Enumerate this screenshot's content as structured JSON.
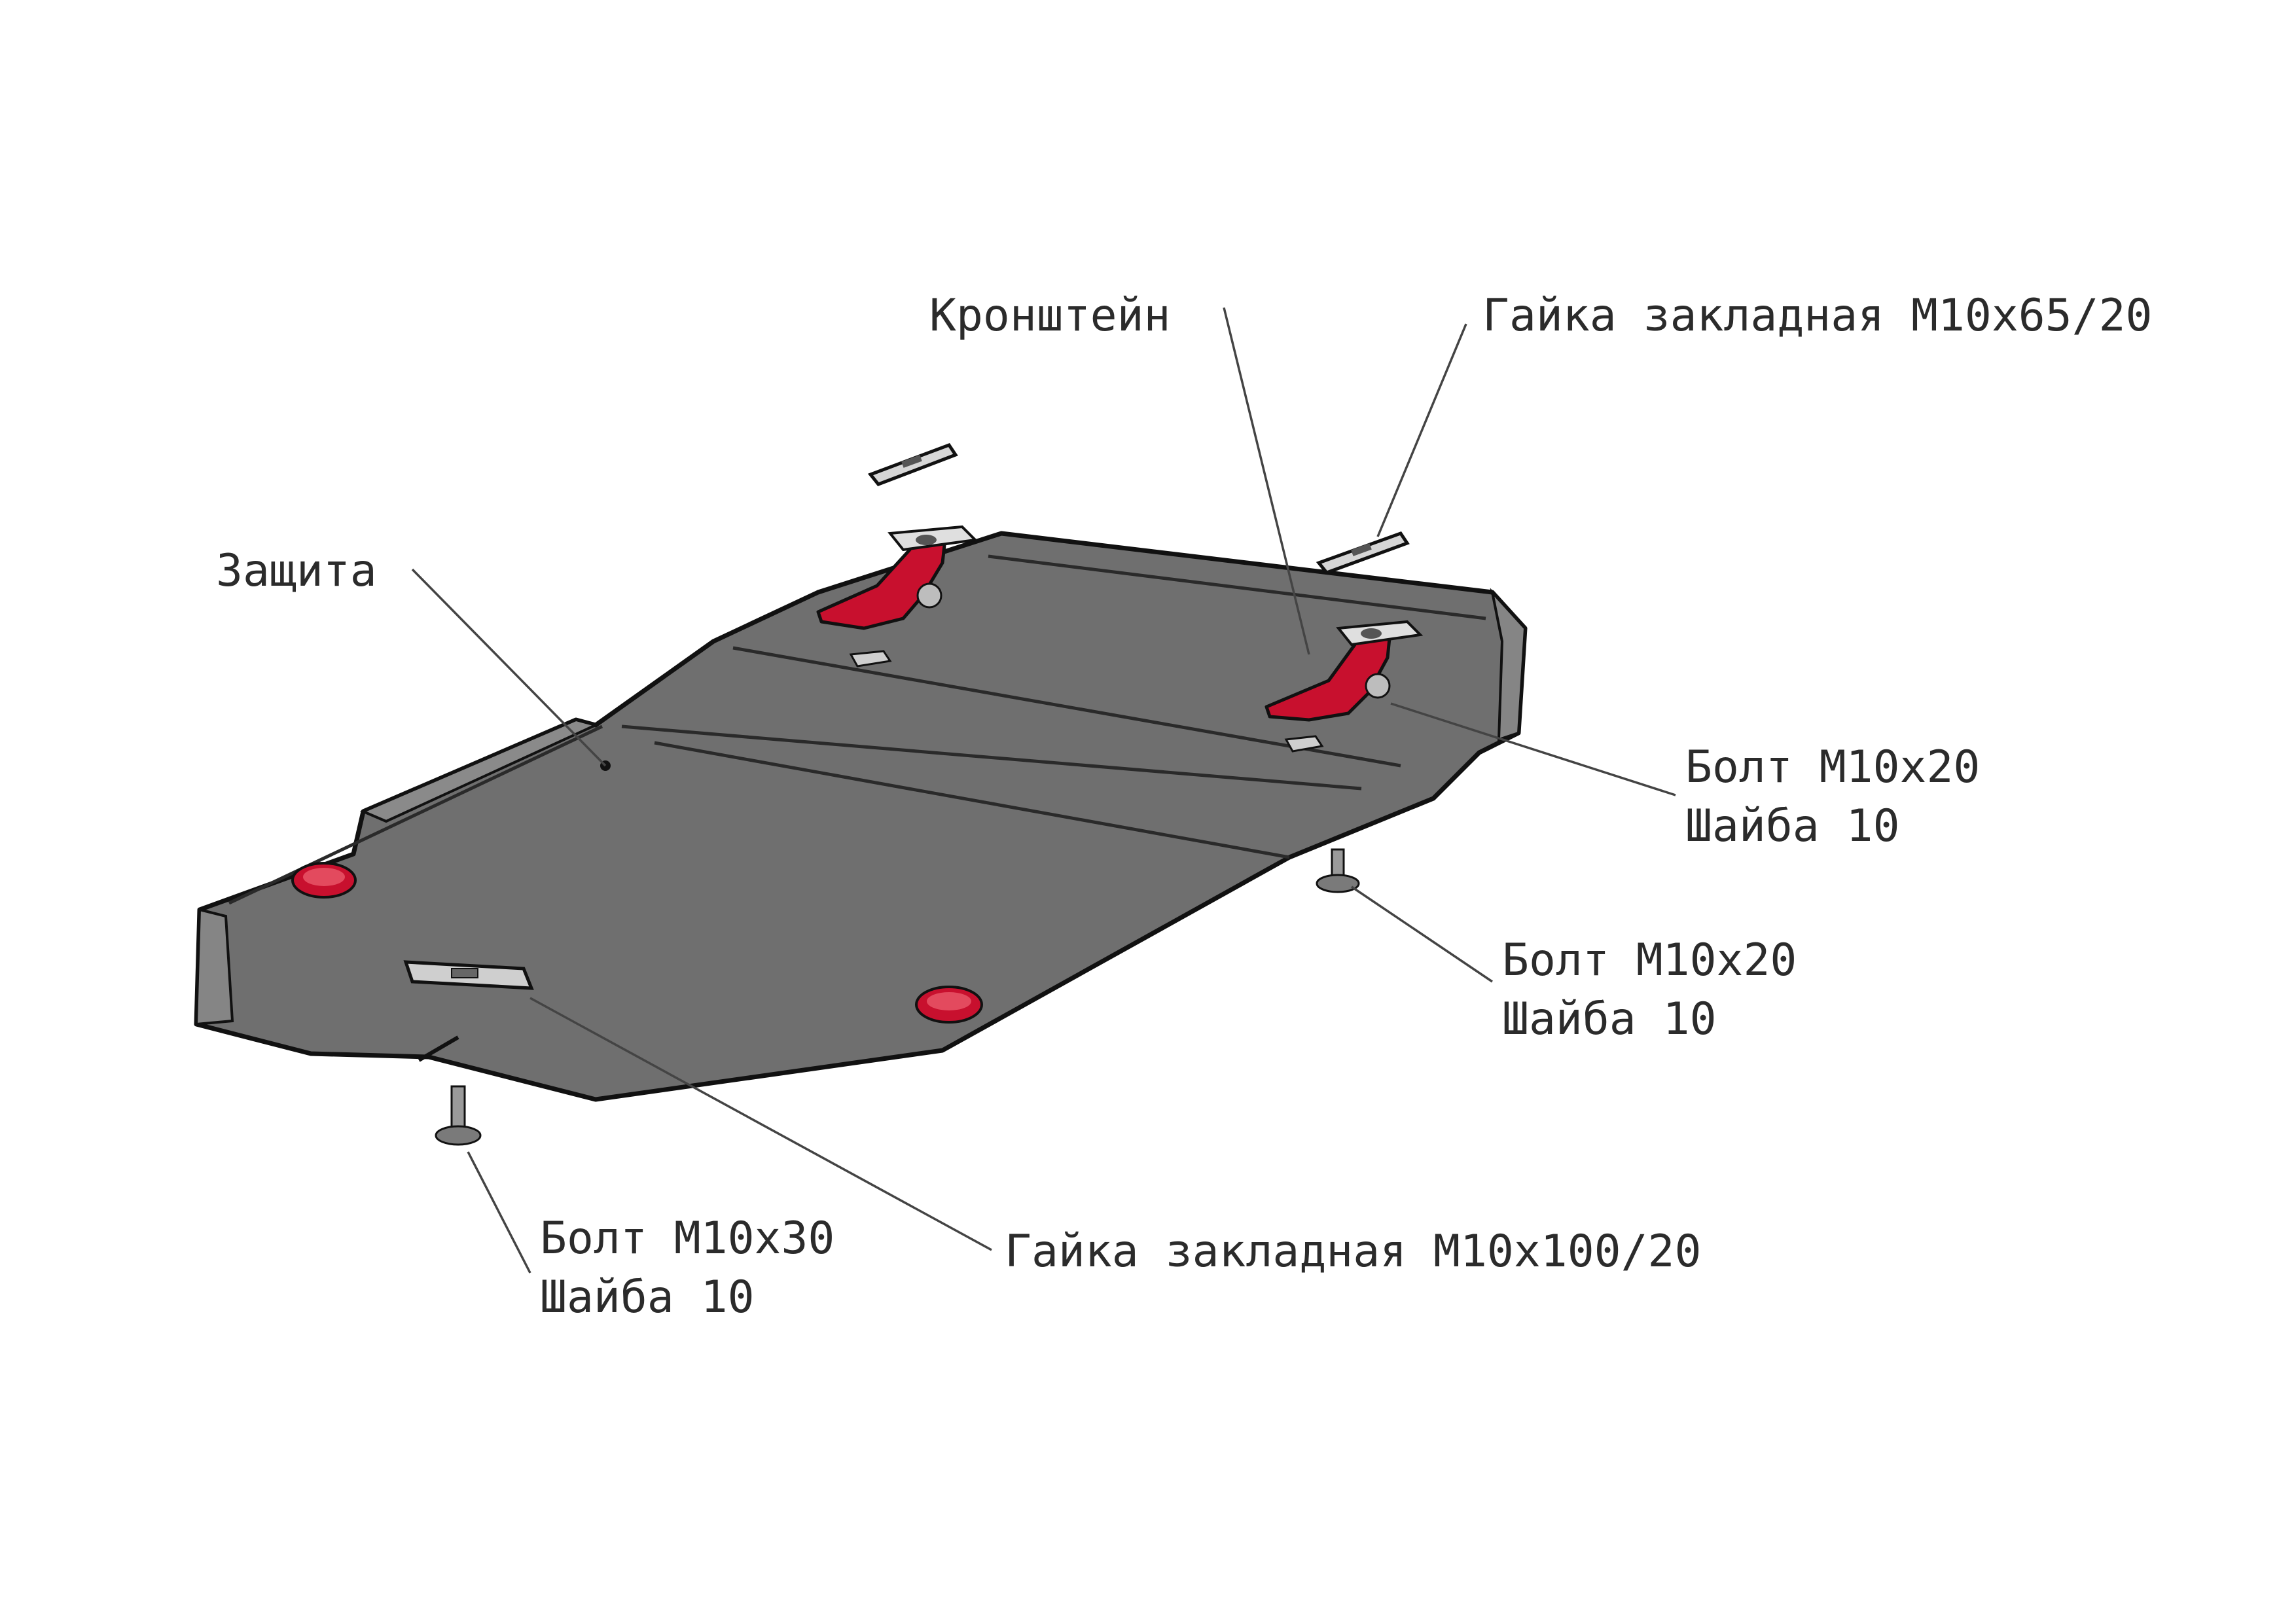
{
  "labels": {
    "shield": "Защита",
    "bracket": "Кронштейн",
    "nut_65": "Гайка закладная М10х65/20",
    "bolt_right_upper": {
      "line1": "Болт М10х20",
      "line2": "Шайба 10"
    },
    "bolt_right_lower": {
      "line1": "Болт М10х20",
      "line2": "Шайба 10"
    },
    "bolt_m10x30": {
      "line1": "Болт М10х30",
      "line2": "Шайба 10"
    },
    "nut_100": "Гайка закладная М10х100/20"
  },
  "colors": {
    "plate_fill": "#6f6f6f",
    "plate_stroke": "#111111",
    "bracket_red": "#c8102e",
    "hardware_gray": "#8a8a8a",
    "label_text": "#2b2b2b",
    "leader_line": "#444444"
  }
}
